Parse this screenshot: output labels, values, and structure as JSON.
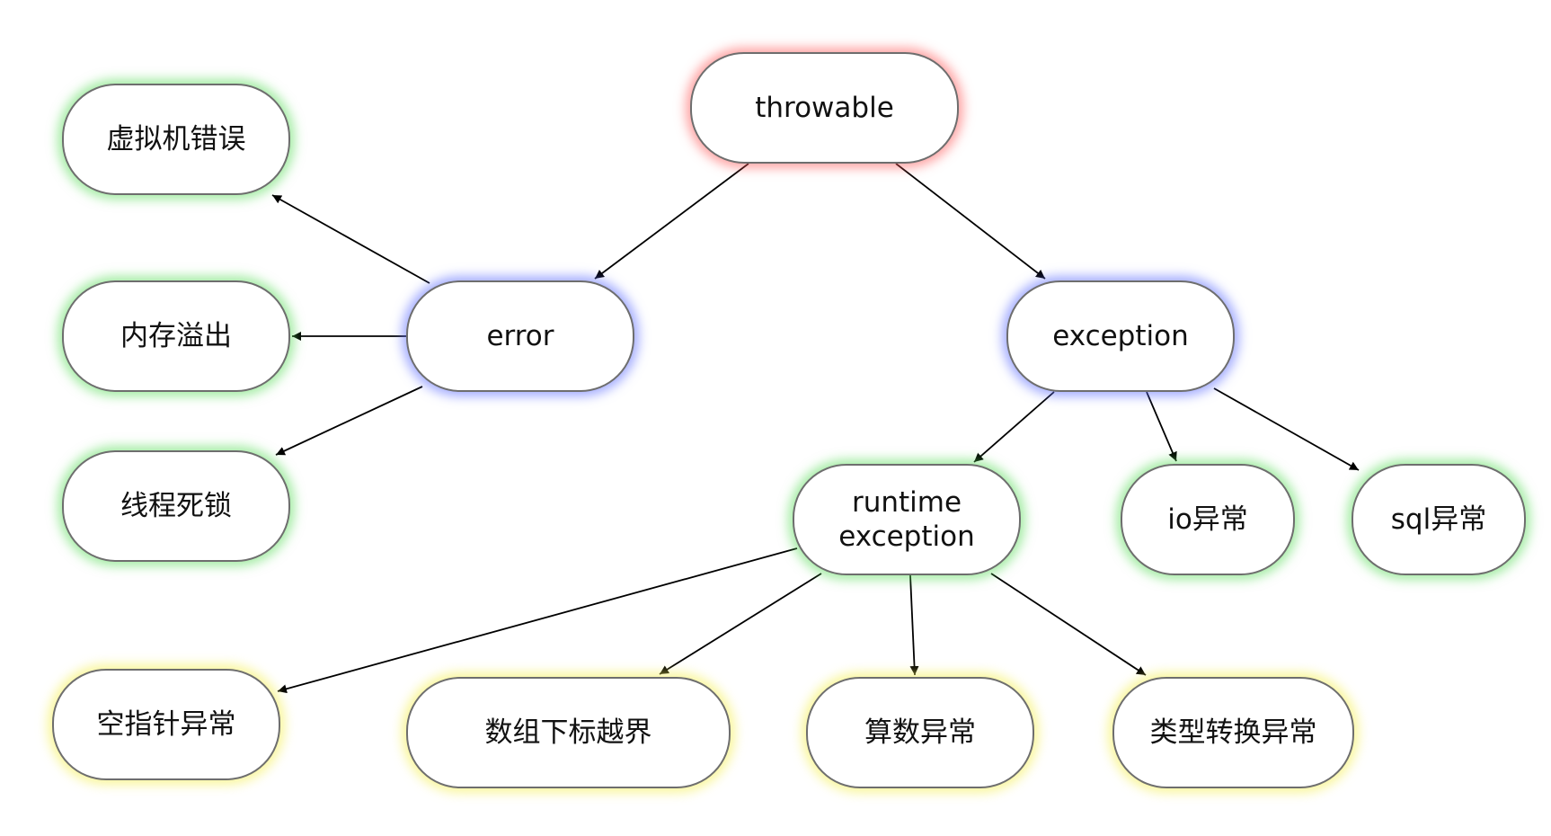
{
  "nodes": {
    "throwable": "throwable",
    "error": "error",
    "exception": "exception",
    "vm_error": "虚拟机错误",
    "out_of_memory": "内存溢出",
    "deadlock": "线程死锁",
    "runtime_exception": "runtime\nexception",
    "io_exception": "io异常",
    "sql_exception": "sql异常",
    "null_pointer": "空指针异常",
    "index_out_of_bounds": "数组下标越界",
    "arithmetic": "算数异常",
    "class_cast": "类型转换异常"
  },
  "colors": {
    "root_glow": "#ff5a5a",
    "level1_glow": "#5a69ff",
    "level2_glow": "#5adc5a",
    "level3_glow": "#f5f05a",
    "node_border": "#6e6e6e",
    "arrow": "#000000"
  }
}
